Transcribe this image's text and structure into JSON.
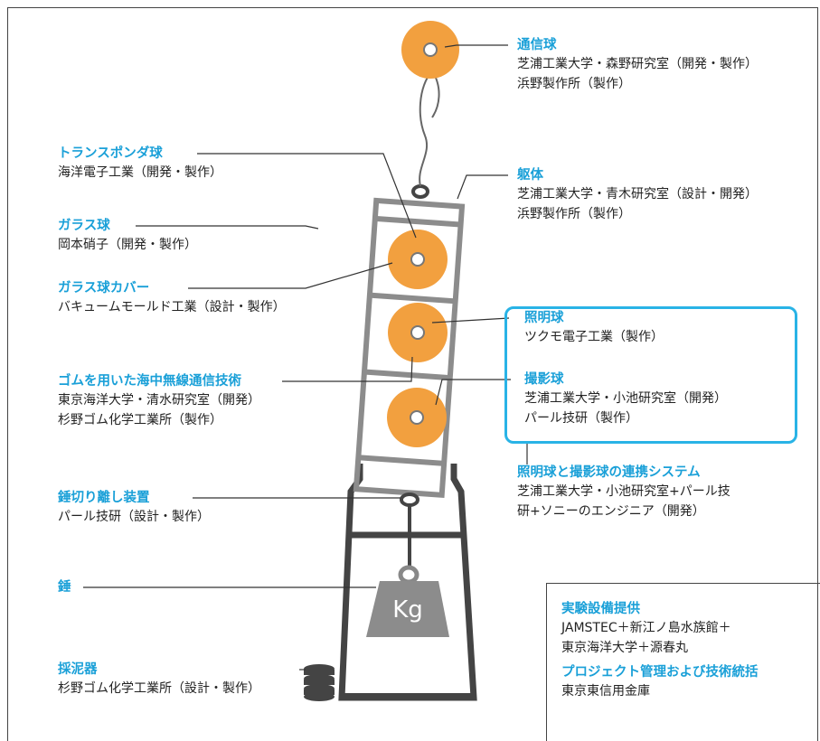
{
  "colors": {
    "accent": "#1aa0d8",
    "orange": "#f2a03f",
    "frame": "#8c8c8c",
    "dark": "#444444",
    "highlight": "#29b3e6"
  },
  "components": {
    "comm_ball": {
      "title": "通信球",
      "lines": [
        "芝浦工業大学・森野研究室（開発・製作）",
        "浜野製作所（製作）"
      ]
    },
    "body": {
      "title": "躯体",
      "lines": [
        "芝浦工業大学・青木研究室（設計・開発）",
        "浜野製作所（製作）"
      ]
    },
    "transponder": {
      "title": "トランスポンダ球",
      "lines": [
        "海洋電子工業（開発・製作）"
      ]
    },
    "glass_ball": {
      "title": "ガラス球",
      "lines": [
        "岡本硝子（開発・製作）"
      ]
    },
    "glass_cover": {
      "title": "ガラス球カバー",
      "lines": [
        "バキュームモールド工業（設計・製作）"
      ]
    },
    "lighting_ball": {
      "title": "照明球",
      "lines": [
        "ツクモ電子工業（製作）"
      ]
    },
    "camera_ball": {
      "title": "撮影球",
      "lines": [
        "芝浦工業大学・小池研究室（開発）",
        "パール技研（製作）"
      ]
    },
    "rubber_comm": {
      "title": "ゴムを用いた海中無線通信技術",
      "lines": [
        "東京海洋大学・清水研究室（開発）",
        "杉野ゴム化学工業所（製作）"
      ]
    },
    "linkage": {
      "title": "照明球と撮影球の連携システム",
      "lines": [
        "芝浦工業大学・小池研究室+パール技",
        "研+ソニーのエンジニア（開発）"
      ]
    },
    "weight_release": {
      "title": "錘切り離し装置",
      "lines": [
        "パール技研（設計・製作）"
      ]
    },
    "weight": {
      "title": "錘"
    },
    "sampler": {
      "title": "採泥器",
      "lines": [
        "杉野ゴム化学工業所（設計・製作）"
      ]
    }
  },
  "weight_label": "Kg",
  "info": {
    "facility_title": "実験設備提供",
    "facility_lines": [
      "JAMSTEC＋新江ノ島水族館＋",
      "東京海洋大学＋源春丸"
    ],
    "pm_title": "プロジェクト管理および技術統括",
    "pm_lines": [
      "東京東信用金庫"
    ]
  }
}
